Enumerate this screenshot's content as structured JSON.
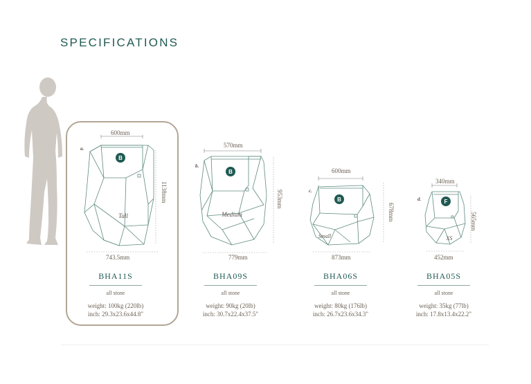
{
  "header": {
    "title": "SPECIFICATIONS"
  },
  "colors": {
    "teal": "#1f5a52",
    "stone_line": "#5e8a7f",
    "selection_border": "#b3a594",
    "silhouette": "#cfc9c4"
  },
  "products": [
    {
      "letter": "a.",
      "top_width": "600mm",
      "bottom_width": "743.5mm",
      "height": "1138mm",
      "size_label": "Tall",
      "badge": "B",
      "code": "BHA11S",
      "material": "all stone",
      "weight": "weight: 100kg (220lb)",
      "inch": "inch: 29.3x23.6x44.8\"",
      "selected": true
    },
    {
      "letter": "b.",
      "top_width": "570mm",
      "bottom_width": "779mm",
      "height": "953mm",
      "size_label": "Medium",
      "badge": "B",
      "code": "BHA09S",
      "material": "all stone",
      "weight": "weight: 90kg (20lb)",
      "inch": "inch: 30.7x22.4x37.5\"",
      "selected": false
    },
    {
      "letter": "c.",
      "top_width": "600mm",
      "bottom_width": "873mm",
      "height": "678mm",
      "size_label": "Small",
      "badge": "B",
      "code": "BHA06S",
      "material": "all stone",
      "weight": "weight: 80kg (176lb)",
      "inch": "inch: 26.7x23.6x34.3\"",
      "selected": false
    },
    {
      "letter": "d.",
      "top_width": "340mm",
      "bottom_width": "452mm",
      "height": "565mm",
      "size_label": "XS",
      "badge": "F",
      "code": "BHA05S",
      "material": "all stone",
      "weight": "weight: 35kg (77lb)",
      "inch": "inch: 17.8x13.4x22.2\"",
      "selected": false
    }
  ]
}
